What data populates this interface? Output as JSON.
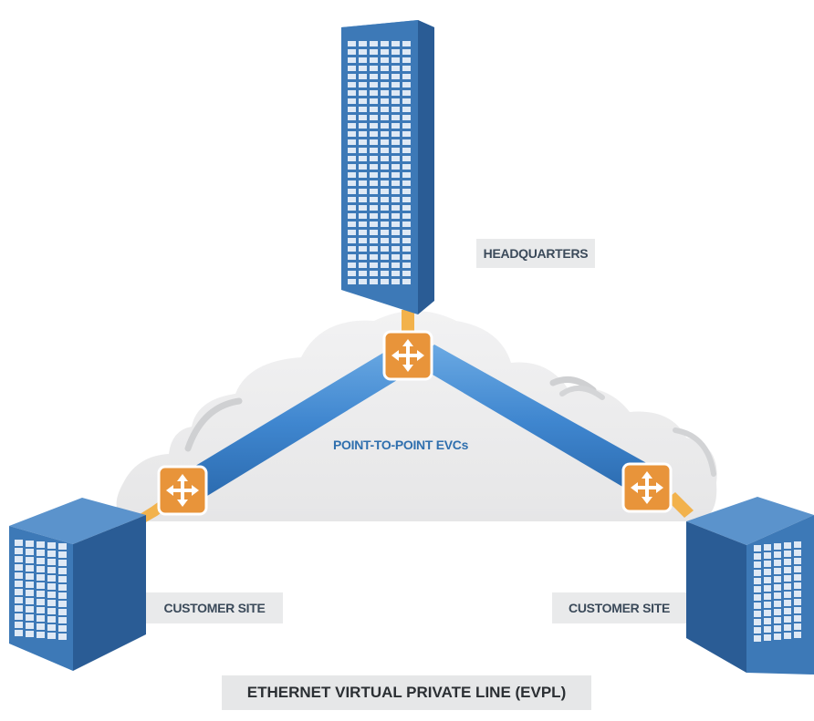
{
  "labels": {
    "headquarters": "HEADQUARTERS",
    "customer_site_left": "CUSTOMER SITE",
    "customer_site_right": "CUSTOMER SITE",
    "evc": "POINT-TO-POINT EVCs",
    "title": "ETHERNET VIRTUAL PRIVATE LINE (EVPL)"
  },
  "icons": {
    "building": "office-building-icon",
    "switch": "switch-arrows-icon",
    "cloud": "network-cloud-icon"
  },
  "colors": {
    "building_front": "#3d79b7",
    "building_side": "#2a5c95",
    "building_top": "#5b93cc",
    "window": "#dfe9f5",
    "switch": "#e8943a",
    "connector": "#f2b24c",
    "link": "#4a8fd2",
    "cloud": "#ebebec",
    "cloud_shadow": "#c9cacc",
    "label_bg": "#e9eaeb",
    "label_text": "#3b4a5a",
    "evc_text": "#2f6fae"
  }
}
